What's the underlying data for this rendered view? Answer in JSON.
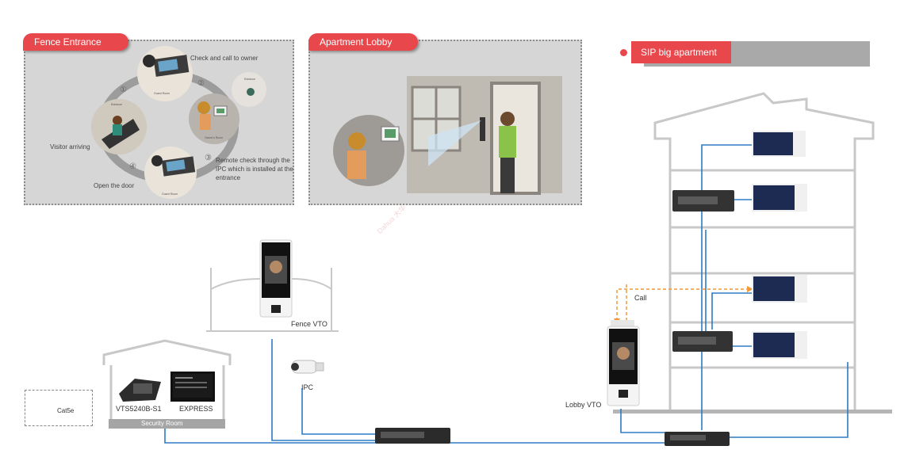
{
  "fence_panel": {
    "title": "Fence Entrance",
    "steps": [
      {
        "num": "①",
        "text": "Visitor arriving"
      },
      {
        "num": "②",
        "text": "Check and call to owner"
      },
      {
        "num": "③",
        "text": "Remote check through the IPC which is installed at the entrance"
      },
      {
        "num": "④",
        "text": "Open the door"
      }
    ],
    "room_labels": [
      "Guard Room",
      "Entrance",
      "Owner's Room",
      "Guard Room",
      "Entrance"
    ]
  },
  "lobby_panel": {
    "title": "Apartment Lobby"
  },
  "sip": {
    "title": "SIP big apartment"
  },
  "devices": {
    "fence_vto": "Fence VTO",
    "ipc": "IPC",
    "vts": "VTS5240B-S1",
    "express": "EXPRESS",
    "security_room": "Security Room",
    "lobby_vto": "Lobby VTO",
    "call": "Call"
  },
  "legend": {
    "label": "Cat5e",
    "color": "#2e7bc4"
  },
  "colors": {
    "accent": "#e8474c",
    "cable": "#2e7bc4",
    "call": "#f29a38"
  },
  "watermark": "Dahua 大华"
}
